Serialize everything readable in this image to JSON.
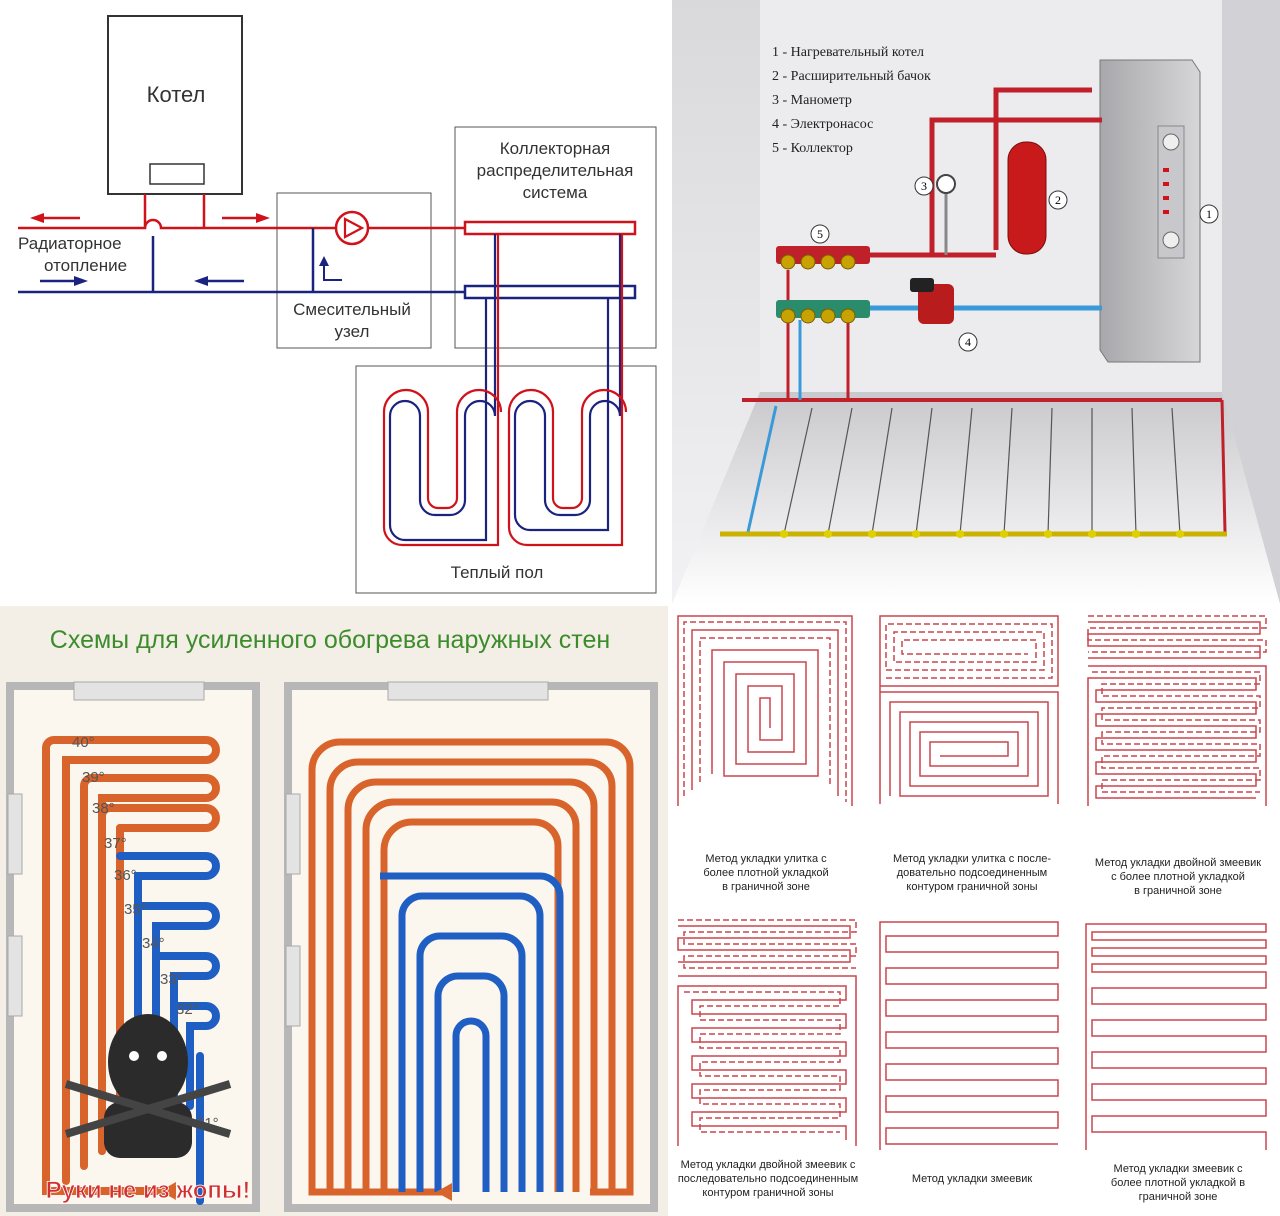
{
  "scheme": {
    "boiler": "Котел",
    "radiator_line1": "Радиаторное",
    "radiator_line2": "отопление",
    "mixing_line1": "Смесительный",
    "mixing_line2": "узел",
    "collector_line1": "Коллекторная",
    "collector_line2": "распределительная",
    "collector_line3": "система",
    "floor": "Теплый пол"
  },
  "system3d": {
    "legend": [
      "1 - Нагревательный котел",
      "2 - Расширительный бачок",
      "3 - Манометр",
      "4 - Электронасос",
      "5 - Коллектор"
    ],
    "markers": [
      "1",
      "2",
      "3",
      "4",
      "5"
    ]
  },
  "walls": {
    "title": "Схемы для усиленного обогрева наружных стен",
    "temps": [
      "40°",
      "39°",
      "38°",
      "37°",
      "36°",
      "35°",
      "34°",
      "33°",
      "32°",
      "31°"
    ],
    "watermark": "Руки не из жопы!"
  },
  "patterns": {
    "captions": [
      [
        "Метод укладки улитка с",
        "более плотной укладкой",
        "в граничной зоне"
      ],
      [
        "Метод укладки улитка с после-",
        "довательно подсоединенным",
        "контуром граничной зоны"
      ],
      [
        "Метод укладки двойной змеевик",
        "с более плотной укладкой",
        "в граничной зоне"
      ],
      [
        "Метод укладки двойной змеевик с",
        "последовательно подсоединенным",
        "контуром граничной зоны"
      ],
      [
        "Метод укладки змеевик"
      ],
      [
        "Метод укладки змеевик с",
        "более плотной укладкой в",
        "граничной зоне"
      ]
    ]
  },
  "colors": {
    "hot": "#d0121b",
    "cold": "#1a237e",
    "warm_pipe": "#d8632b",
    "cool_pipe": "#1f5fc4",
    "title_green": "#3c8c2c",
    "pattern_line": "#c9474f"
  }
}
